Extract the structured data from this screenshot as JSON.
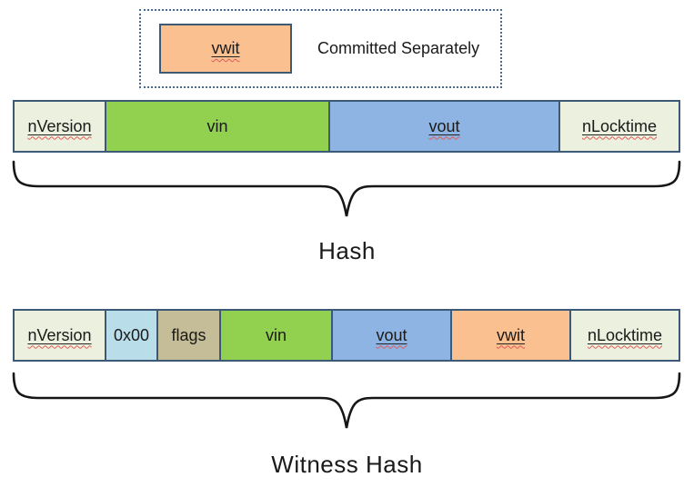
{
  "legend": {
    "swatch_label": "vwit",
    "caption": "Committed Separately"
  },
  "hash_section": {
    "label": "Hash",
    "cells": [
      {
        "label": "nVersion",
        "color": "#EBF1DE",
        "misspelled": true
      },
      {
        "label": "vin",
        "color": "#92D050",
        "misspelled": false
      },
      {
        "label": "vout",
        "color": "#8DB4E2",
        "misspelled": true
      },
      {
        "label": "nLocktime",
        "color": "#EBF1DE",
        "misspelled": true
      }
    ]
  },
  "witness_section": {
    "label": "Witness Hash",
    "cells": [
      {
        "label": "nVersion",
        "color": "#EBF1DE",
        "misspelled": true
      },
      {
        "label": "0x00",
        "color": "#B9DEE9",
        "misspelled": false
      },
      {
        "label": "flags",
        "color": "#C4BD97",
        "misspelled": false
      },
      {
        "label": "vin",
        "color": "#92D050",
        "misspelled": false
      },
      {
        "label": "vout",
        "color": "#8DB4E2",
        "misspelled": true
      },
      {
        "label": "vwit",
        "color": "#FAC090",
        "misspelled": true
      },
      {
        "label": "nLocktime",
        "color": "#EBF1DE",
        "misspelled": true
      }
    ]
  },
  "colors": {
    "outline": "#3C5A78",
    "legend_border": "#4A6A93",
    "pale_green_fill": "#EBF1DE",
    "green_fill": "#92D050",
    "blue_fill": "#8DB4E2",
    "orange_fill": "#FAC090",
    "light_blue_fill": "#B9DEE9",
    "tan_fill": "#C4BD97",
    "squiggle_red": "#E05A5A",
    "brace_stroke": "#161616"
  }
}
